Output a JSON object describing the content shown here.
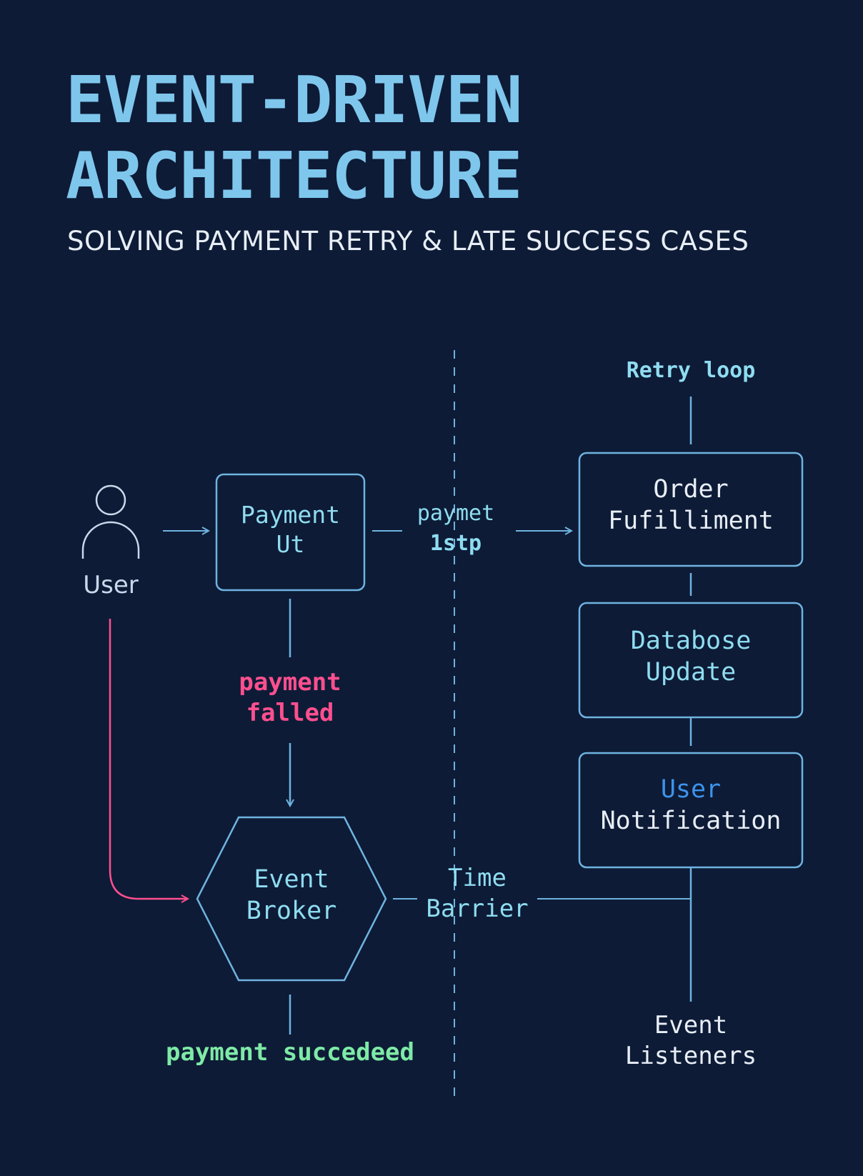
{
  "header": {
    "title_line1": "EVENT-DRIVEN",
    "title_line2": "ARCHITECTURE",
    "subtitle": "SOLVING PAYMENT RETRY & LATE SUCCESS CASES"
  },
  "colors": {
    "background": "#0d1b36",
    "line": "#6fb3e0",
    "title": "#7fc6ec",
    "accent_cyan": "#8fdcf0",
    "failed": "#ff4f8f",
    "success": "#7eeaa6",
    "highlight_blue": "#3d93ea"
  },
  "diagram": {
    "user": {
      "icon": "user-icon",
      "label": "User"
    },
    "payment_ui": {
      "line1": "Payment",
      "line2": "Ut"
    },
    "payment_step": {
      "line1": "paymet",
      "line2": "1stp"
    },
    "retry_loop": "Retry loop",
    "order_fulfillment": {
      "line1": "Order",
      "line2": "Fufilliment"
    },
    "database_update": {
      "line1": "Databose",
      "line2": "Update"
    },
    "user_notification": {
      "line1": "User",
      "line2": "Notification"
    },
    "payment_failed": {
      "line1": "payment",
      "line2": "falled"
    },
    "event_broker": {
      "line1": "Event",
      "line2": "Broker"
    },
    "time_barrier": {
      "line1": "Time",
      "line2": "Barrier"
    },
    "payment_succeeded": "payment succedeed",
    "event_listeners": {
      "line1": "Event",
      "line2": "Listeners"
    }
  }
}
